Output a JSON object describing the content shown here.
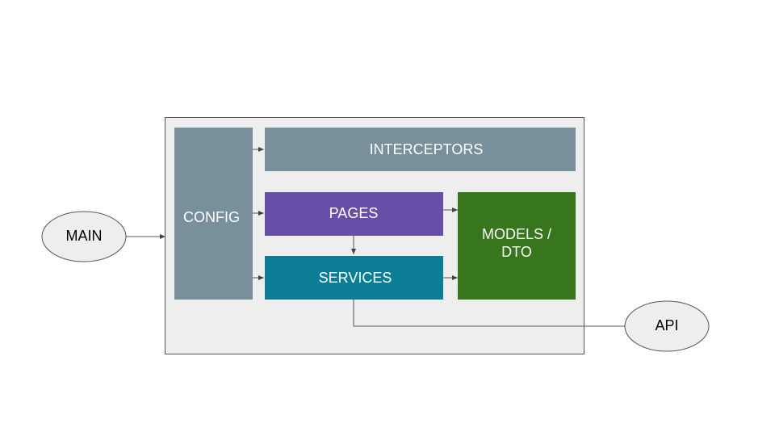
{
  "diagram": {
    "nodes": {
      "config": {
        "label": "CONFIG",
        "color": "#78909c"
      },
      "interceptors": {
        "label": "INTERCEPTORS",
        "color": "#78909c"
      },
      "pages": {
        "label": "PAGES",
        "color": "#674ea7"
      },
      "services": {
        "label": "SERVICES",
        "color": "#0b7d95"
      },
      "models": {
        "label_line1": "MODELS /",
        "label_line2": "DTO",
        "color": "#38761d"
      },
      "main": {
        "label": "MAIN",
        "color": "#eeeeee"
      },
      "api": {
        "label": "API",
        "color": "#eeeeee"
      }
    },
    "container": {
      "color": "#eeeeee",
      "border": "#555555"
    },
    "edges": [
      {
        "from": "main",
        "to": "config"
      },
      {
        "from": "config",
        "to": "interceptors"
      },
      {
        "from": "config",
        "to": "pages"
      },
      {
        "from": "config",
        "to": "services"
      },
      {
        "from": "pages",
        "to": "services"
      },
      {
        "from": "pages",
        "to": "models"
      },
      {
        "from": "services",
        "to": "models"
      },
      {
        "from": "services",
        "to": "api"
      }
    ]
  }
}
